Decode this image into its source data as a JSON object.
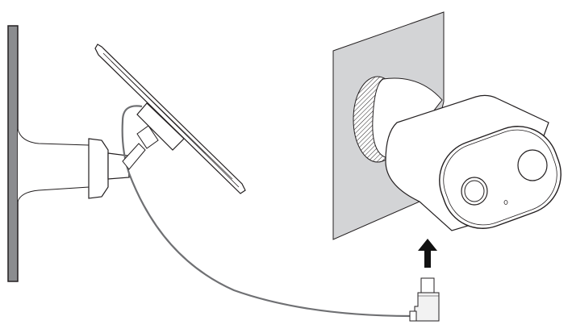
{
  "figure": {
    "type": "installation-illustration",
    "colors": {
      "wall_left": "#8b8c8f",
      "wall_right": "#d3d4d6",
      "cable": "#6f7073",
      "stroke": "#231f20",
      "arrow": "#111111"
    },
    "icons": [
      "solar-panel",
      "wall-mount",
      "security-camera",
      "power-cable",
      "usb-c-connector",
      "arrow-up"
    ]
  }
}
